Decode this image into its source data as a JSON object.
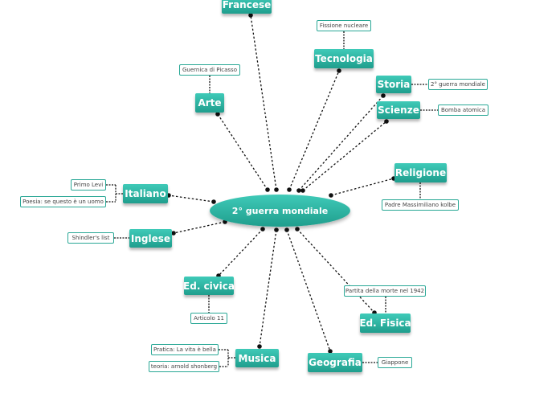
{
  "colors": {
    "node": "#2cb5a2",
    "link": "#111111",
    "leaf_border": "#2aa896"
  },
  "center": {
    "label": "2° guerra mondiale"
  },
  "topics": [
    {
      "key": "francese",
      "label": "Francese"
    },
    {
      "key": "tecnologia",
      "label": "Tecnologia"
    },
    {
      "key": "storia",
      "label": "Storia"
    },
    {
      "key": "scienze",
      "label": "Scienze"
    },
    {
      "key": "arte",
      "label": "Arte"
    },
    {
      "key": "religione",
      "label": "Religione"
    },
    {
      "key": "italiano",
      "label": "Italiano"
    },
    {
      "key": "inglese",
      "label": "Inglese"
    },
    {
      "key": "ed-civica",
      "label": "Ed. civica"
    },
    {
      "key": "ed-fisica",
      "label": "Ed. Fisica"
    },
    {
      "key": "musica",
      "label": "Musica"
    },
    {
      "key": "geografia",
      "label": "Geografia"
    }
  ],
  "notes": [
    {
      "key": "fissione",
      "topic": "tecnologia",
      "label": "Fissione nucleare"
    },
    {
      "key": "guernica",
      "topic": "arte",
      "label": "Guernica di Picasso"
    },
    {
      "key": "storia-note",
      "topic": "storia",
      "label": "2° guerra mondiale"
    },
    {
      "key": "bomba",
      "topic": "scienze",
      "label": "Bomba atomica"
    },
    {
      "key": "kolbe",
      "topic": "religione",
      "label": "Padre Massimiliano kolbe"
    },
    {
      "key": "primo-levi",
      "topic": "italiano",
      "label": "Primo Levi"
    },
    {
      "key": "poesia",
      "topic": "italiano",
      "label": "Poesia: se questo è un uomo"
    },
    {
      "key": "shindler",
      "topic": "inglese",
      "label": "Shindler's list"
    },
    {
      "key": "articolo",
      "topic": "ed-civica",
      "label": "Articolo 11"
    },
    {
      "key": "partita",
      "topic": "ed-fisica",
      "label": "Partita della morte nel 1942"
    },
    {
      "key": "pratica",
      "topic": "musica",
      "label": "Pratica: La vita è bella"
    },
    {
      "key": "teoria",
      "topic": "musica",
      "label": "teoria: arnold shonberg"
    },
    {
      "key": "giappone",
      "topic": "geografia",
      "label": "Giappone"
    }
  ]
}
